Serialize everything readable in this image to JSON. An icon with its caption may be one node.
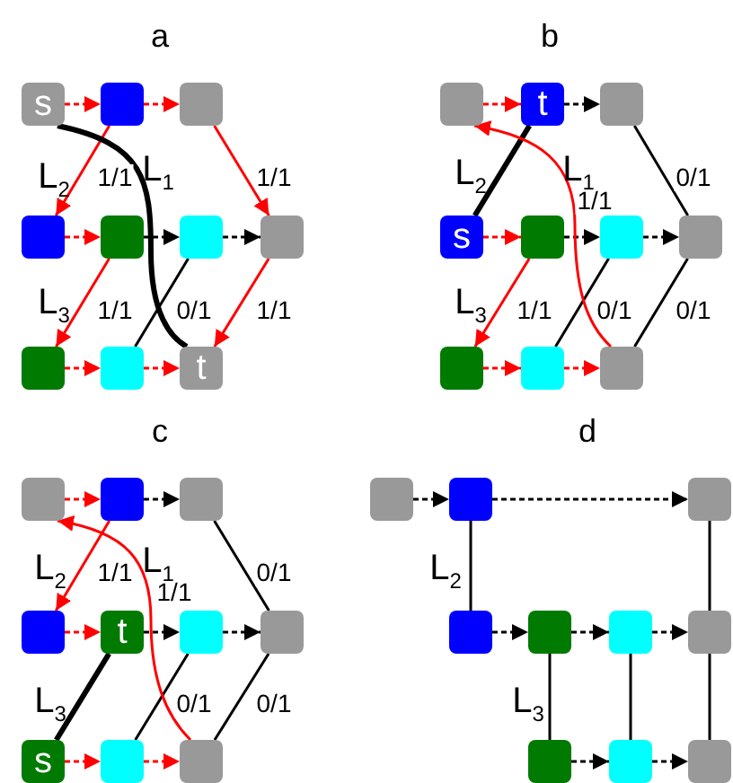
{
  "diagram": {
    "nodes": [
      {
        "text": [
          "s"
        ]
      },
      {
        "text": [],
        "shape": "box"
      },
      {
        "text": [],
        "shape": "box"
      },
      {
        "text": [],
        "shape": "box"
      },
      {
        "text": [],
        "shape": "box"
      },
      {
        "text": [],
        "shape": "box"
      },
      {
        "text": [],
        "shape": "box"
      },
      {
        "text": [],
        "shape": "box"
      },
      {
        "text": [],
        "shape": "box"
      },
      {
        "text": [
          "t"
        ]
      },
      {
        "text": [],
        "shape": "box"
      },
      {
        "text": [
          "t"
        ]
      },
      {
        "text": [],
        "shape": "box"
      },
      {
        "text": [
          "s"
        ]
      },
      {
        "text": [],
        "shape": "box"
      },
      {
        "text": [],
        "shape": "box"
      },
      {
        "text": [],
        "shape": "box"
      },
      {
        "text": [],
        "shape": "box"
      },
      {
        "text": [],
        "shape": "box"
      },
      {
        "text": [],
        "shape": "box"
      },
      {
        "text": [],
        "shape": "box"
      },
      {
        "text": [],
        "shape": "box"
      },
      {
        "text": [],
        "shape": "box"
      },
      {
        "text": [],
        "shape": "box"
      },
      {
        "text": [
          "t"
        ]
      },
      {
        "text": [],
        "shape": "box"
      },
      {
        "text": [],
        "shape": "box"
      },
      {
        "text": [
          "s"
        ]
      },
      {
        "text": [],
        "shape": "box"
      },
      {
        "text": [],
        "shape": "box"
      },
      {
        "text": [],
        "shape": "box"
      },
      {
        "text": [],
        "shape": "box"
      },
      {
        "text": [],
        "shape": "box"
      },
      {
        "text": [],
        "shape": "box"
      },
      {
        "text": [],
        "shape": "box"
      },
      {
        "text": [],
        "shape": "box"
      },
      {
        "text": [],
        "shape": "box"
      },
      {
        "text": [],
        "shape": "box"
      },
      {
        "text": [],
        "shape": "box"
      },
      {
        "text": [],
        "shape": "box"
      }
    ],
    "edges": [
      {
        "from": 0,
        "to": 1,
        "arrow": "to",
        "style": "dashed",
        "color": "#ff0000"
      },
      {
        "from": 1,
        "to": 2,
        "arrow": "to",
        "style": "dashed",
        "color": "#ff0000"
      },
      {
        "from": 1,
        "to": 3,
        "arrow": "to",
        "label": "1/1",
        "color": "#ff0000"
      },
      {
        "from": 2,
        "to": 6,
        "arrow": "to",
        "label": "1/1",
        "color": "#ff0000"
      },
      {
        "from": 3,
        "to": 4,
        "arrow": "to",
        "style": "dashed",
        "color": "#ff0000"
      },
      {
        "from": 4,
        "to": 5,
        "arrow": "to",
        "style": "dashed"
      },
      {
        "from": 5,
        "to": 6,
        "arrow": "to",
        "style": "dashed"
      },
      {
        "from": 4,
        "to": 7,
        "arrow": "to",
        "label": "1/1",
        "color": "#ff0000"
      },
      {
        "from": 5,
        "to": 8,
        "arrow": "none",
        "label": "0/1"
      },
      {
        "from": 6,
        "to": 9,
        "arrow": "to",
        "label": "1/1",
        "color": "#ff0000"
      },
      {
        "from": 7,
        "to": 8,
        "arrow": "to",
        "style": "dashed",
        "color": "#ff0000"
      },
      {
        "from": 8,
        "to": 9,
        "arrow": "to",
        "style": "dashed",
        "color": "#ff0000"
      },
      {
        "from": 0,
        "to": 9,
        "arrow": "none",
        "style": "thick"
      },
      {
        "from": 10,
        "to": 11,
        "arrow": "to",
        "style": "dashed",
        "color": "#ff0000"
      },
      {
        "from": 11,
        "to": 12,
        "arrow": "to",
        "style": "dashed"
      },
      {
        "from": 11,
        "to": 13,
        "arrow": "none",
        "style": "thick"
      },
      {
        "from": 12,
        "to": 16,
        "arrow": "none",
        "label": "0/1"
      },
      {
        "from": 13,
        "to": 14,
        "arrow": "to",
        "style": "dashed",
        "color": "#ff0000"
      },
      {
        "from": 14,
        "to": 15,
        "arrow": "to",
        "style": "dashed"
      },
      {
        "from": 15,
        "to": 16,
        "arrow": "to",
        "style": "dashed"
      },
      {
        "from": 14,
        "to": 17,
        "arrow": "to",
        "label": "1/1",
        "color": "#ff0000"
      },
      {
        "from": 15,
        "to": 18,
        "arrow": "none",
        "label": "0/1"
      },
      {
        "from": 16,
        "to": 19,
        "arrow": "none",
        "label": "0/1"
      },
      {
        "from": 17,
        "to": 18,
        "arrow": "to",
        "style": "dashed",
        "color": "#ff0000"
      },
      {
        "from": 18,
        "to": 19,
        "arrow": "to",
        "style": "dashed",
        "color": "#ff0000"
      },
      {
        "from": 19,
        "to": 10,
        "arrow": "to",
        "label": "1/1",
        "color": "#ff0000"
      },
      {
        "from": 20,
        "to": 21,
        "arrow": "to",
        "style": "dashed",
        "color": "#ff0000"
      },
      {
        "from": 21,
        "to": 22,
        "arrow": "to",
        "style": "dashed"
      },
      {
        "from": 21,
        "to": 23,
        "arrow": "to",
        "label": "1/1",
        "color": "#ff0000"
      },
      {
        "from": 22,
        "to": 26,
        "arrow": "none",
        "label": "0/1"
      },
      {
        "from": 23,
        "to": 24,
        "arrow": "to",
        "style": "dashed",
        "color": "#ff0000"
      },
      {
        "from": 24,
        "to": 25,
        "arrow": "to",
        "style": "dashed"
      },
      {
        "from": 25,
        "to": 26,
        "arrow": "to",
        "style": "dashed"
      },
      {
        "from": 24,
        "to": 27,
        "arrow": "none",
        "style": "thick"
      },
      {
        "from": 25,
        "to": 28,
        "arrow": "none",
        "label": "0/1"
      },
      {
        "from": 26,
        "to": 29,
        "arrow": "none",
        "label": "0/1"
      },
      {
        "from": 27,
        "to": 28,
        "arrow": "to",
        "style": "dashed",
        "color": "#ff0000"
      },
      {
        "from": 28,
        "to": 29,
        "arrow": "to",
        "style": "dashed",
        "color": "#ff0000"
      },
      {
        "from": 29,
        "to": 20,
        "arrow": "to",
        "label": "1/1",
        "color": "#ff0000"
      },
      {
        "from": 30,
        "to": 31,
        "arrow": "to",
        "style": "dashed"
      },
      {
        "from": 31,
        "to": 32,
        "arrow": "to",
        "style": "dashed"
      },
      {
        "from": 31,
        "to": 33,
        "arrow": "none"
      },
      {
        "from": 32,
        "to": 36,
        "arrow": "none"
      },
      {
        "from": 33,
        "to": 34,
        "arrow": "to",
        "style": "dashed"
      },
      {
        "from": 34,
        "to": 35,
        "arrow": "to",
        "style": "dashed"
      },
      {
        "from": 35,
        "to": 36,
        "arrow": "to",
        "style": "dashed"
      },
      {
        "from": 34,
        "to": 37,
        "arrow": "none"
      },
      {
        "from": 35,
        "to": 38,
        "arrow": "none"
      },
      {
        "from": 36,
        "to": 39,
        "arrow": "none"
      },
      {
        "from": 37,
        "to": 38,
        "arrow": "to",
        "style": "dashed"
      },
      {
        "from": 38,
        "to": 39,
        "arrow": "to",
        "style": "dashed"
      }
    ],
    "labels": [
      "a",
      "L$_{2}$",
      "L$_{1}$",
      "L$_{3}$",
      "b",
      "L$_{2}$",
      "L$_{1}$",
      "L$_{3}$",
      "c",
      "L$_{2}$",
      "L$_{1}$",
      "L$_{3}$",
      "d",
      "L$_{2}$",
      "L$_{3}$"
    ]
  }
}
